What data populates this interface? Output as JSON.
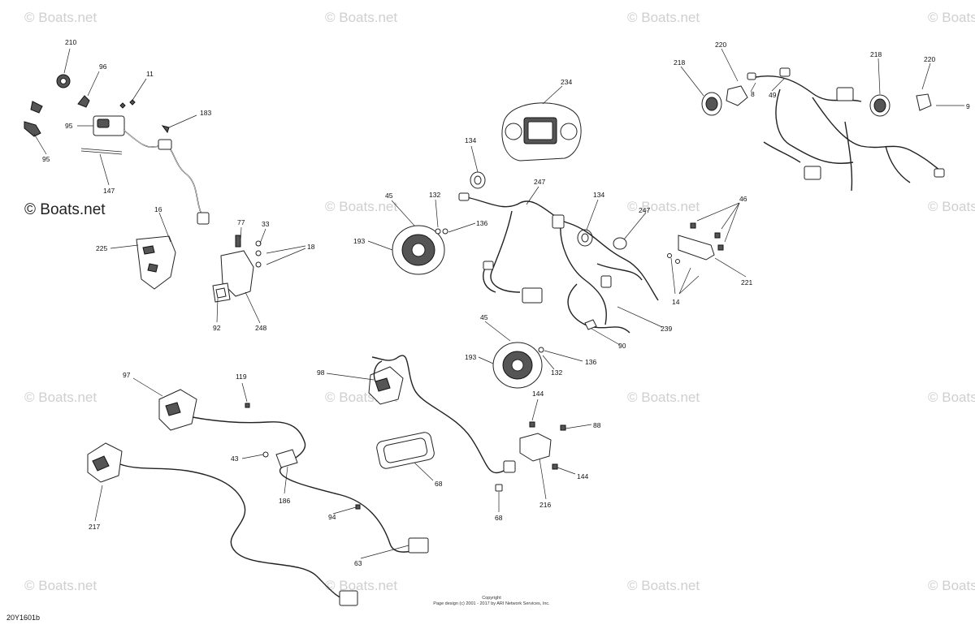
{
  "watermark": "© Boats.net",
  "document_code": "20Y1601b",
  "footer": {
    "copyright": "Copyright",
    "page_design": "Page design (c) 2001 - 2017 by ARI Network Services, Inc."
  },
  "callouts": {
    "c210": "210",
    "c96a": "96",
    "c11": "11",
    "c95a": "95",
    "c183": "183",
    "c95b": "95",
    "c147": "147",
    "c16": "16",
    "c225": "225",
    "c77": "77",
    "c33": "33",
    "c18": "18",
    "c92": "92",
    "c248": "248",
    "c234": "234",
    "c134a": "134",
    "c45a": "45",
    "c132a": "132",
    "c136a": "136",
    "c193a": "193",
    "c247a": "247",
    "c134b": "134",
    "c247b": "247",
    "c239": "239",
    "c90": "90",
    "c45b": "45",
    "c193b": "193",
    "c136b": "136",
    "c132b": "132",
    "c218a": "218",
    "c220a": "220",
    "c8": "8",
    "c49": "49",
    "c218b": "218",
    "c220b": "220",
    "c9": "9",
    "c46": "46",
    "c221": "221",
    "c14": "14",
    "c97": "97",
    "c119": "119",
    "c98": "98",
    "c144a": "144",
    "c88": "88",
    "c43": "43",
    "c186": "186",
    "c68a": "68",
    "c68b": "68",
    "c216": "216",
    "c144b": "144",
    "c217": "217",
    "c94": "94",
    "c63": "63"
  }
}
